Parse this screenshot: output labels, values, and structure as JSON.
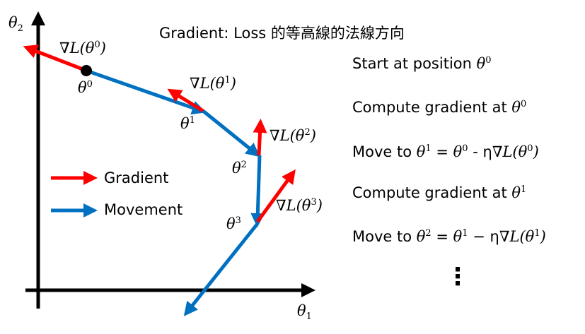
{
  "title": "Gradient: Loss 的等高線的法線方向",
  "axes": {
    "x_label": "θ",
    "x_sub": "1",
    "y_label": "θ",
    "y_sub": "2"
  },
  "points": [
    {
      "label": "θ",
      "sup": "0",
      "grad_label": "∇L(θ",
      "grad_sup": "0",
      "grad_close": ")"
    },
    {
      "label": "θ",
      "sup": "1",
      "grad_label": "∇L(θ",
      "grad_sup": "1",
      "grad_close": ")"
    },
    {
      "label": "θ",
      "sup": "2",
      "grad_label": "∇L(θ",
      "grad_sup": "2",
      "grad_close": ")"
    },
    {
      "label": "θ",
      "sup": "3",
      "grad_label": "∇L(θ",
      "grad_sup": "3",
      "grad_close": ")"
    }
  ],
  "legend": {
    "gradient": "Gradient",
    "movement": "Movement"
  },
  "steps": {
    "s1": "Start at position ",
    "s2": "Compute gradient at ",
    "s3a": "Move to ",
    "s3b": " = ",
    "s3c": " - η",
    "s4": "Compute gradient at ",
    "s5a": "Move to ",
    "s5b": " = ",
    "s5c": " − η",
    "theta": "θ",
    "gradL": "∇L(θ",
    "close": ")",
    "sup0": "0",
    "sup1": "1",
    "sup2": "2",
    "ellipsis": "⋮"
  },
  "colors": {
    "gradient": "#ff0000",
    "movement": "#0070c0",
    "axis": "#000000"
  }
}
